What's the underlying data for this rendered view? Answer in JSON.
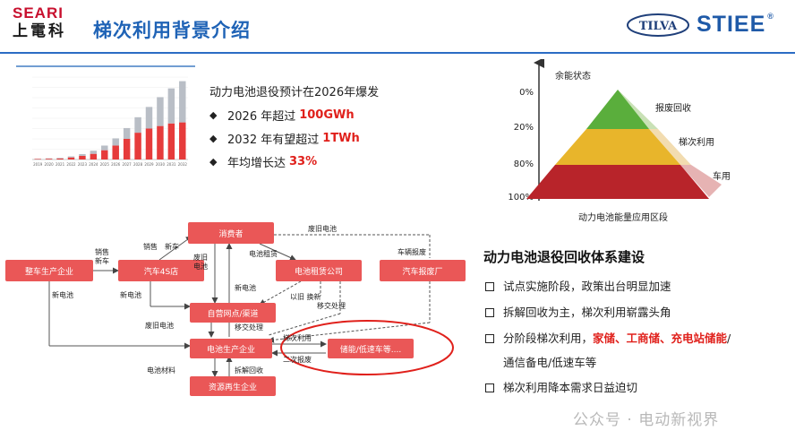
{
  "header": {
    "logo_top": "SEARI",
    "logo_bottom": "上電科",
    "title": "梯次利用背景介绍",
    "partner_logo_1": "TILVA",
    "partner_logo_2": "STIEE",
    "partner_logo_2_mark": "®"
  },
  "forecast": {
    "heading": "动力电池退役预计在2026年爆发",
    "items": [
      {
        "bullet": "◆",
        "text": "2026 年超过",
        "highlight": "100GWh"
      },
      {
        "bullet": "◆",
        "text": "2032 年有望超过",
        "highlight": "1TWh"
      },
      {
        "bullet": "◆",
        "text": "年均增长达",
        "highlight": "33%"
      }
    ]
  },
  "pyramid": {
    "axis_title": "余能状态",
    "levels": [
      "0%",
      "20%",
      "80%",
      "100%"
    ],
    "tiers": [
      "报废回收",
      "梯次利用",
      "车用"
    ],
    "caption": "动力电池能量应用区段",
    "colors": {
      "top": "#5aae3c",
      "middle": "#e8b52b",
      "bottom": "#b8242a"
    }
  },
  "flow": {
    "nodes": {
      "consumer": "消费者",
      "oem": "整车生产企业",
      "dealer": "汽车4S店",
      "rental": "电池租赁公司",
      "scrap": "汽车报废厂",
      "outlet": "自营网点/渠道",
      "battery_maker": "电池生产企业",
      "storage": "储能/低速车等....",
      "recycler": "资源再生企业"
    },
    "labels": {
      "sale_new_car": "销售\n新车",
      "new_battery_1": "新电池",
      "sale": "销售",
      "new_car": "新车",
      "new_battery_2": "新电池",
      "used_battery_1": "废旧\n电池",
      "battery_rent": "电池租赁",
      "used_battery_2": "废旧电池",
      "car_scrap": "车辆报废",
      "new_battery_3": "新电池",
      "exchange": "以旧  换新",
      "transfer_1": "移交处理",
      "used_battery_3": "废旧电池",
      "transfer_2": "移交处理",
      "cascade_use": "梯次利用",
      "second_scrap": "二次报废",
      "battery_material": "电池材料",
      "dismantle_recycle": "拆解回收"
    }
  },
  "system": {
    "title": "动力电池退役回收体系建设",
    "items": [
      {
        "text": "试点实施阶段，政策出台明显加速"
      },
      {
        "text": "拆解回收为主，梯次利用崭露头角"
      },
      {
        "text_before": "分阶段梯次利用，",
        "highlight": "家储、工商储、充电站储能",
        "text_after": "/",
        "continuation": "通信备电/低速车等"
      },
      {
        "text": "梯次利用降本需求日益迫切"
      }
    ]
  },
  "watermark": "公众号 · 电动新视界",
  "chart_data": {
    "type": "bar",
    "title": "",
    "categories": [
      "2019",
      "2020",
      "2021",
      "2022",
      "2023",
      "2024",
      "2025",
      "2026",
      "2027",
      "2028",
      "2029",
      "2030",
      "2031",
      "2032"
    ],
    "series": [
      {
        "name": "",
        "values": [
          10,
          15,
          20,
          40,
          70,
          110,
          180,
          270,
          400,
          520,
          600,
          650,
          700,
          720
        ]
      },
      {
        "name": "",
        "values": [
          5,
          8,
          12,
          20,
          35,
          60,
          90,
          140,
          210,
          300,
          420,
          560,
          680,
          800
        ]
      }
    ],
    "ylim": [
      0,
      1600
    ],
    "colors": [
      "#e63b3b",
      "#b9bec6"
    ]
  }
}
